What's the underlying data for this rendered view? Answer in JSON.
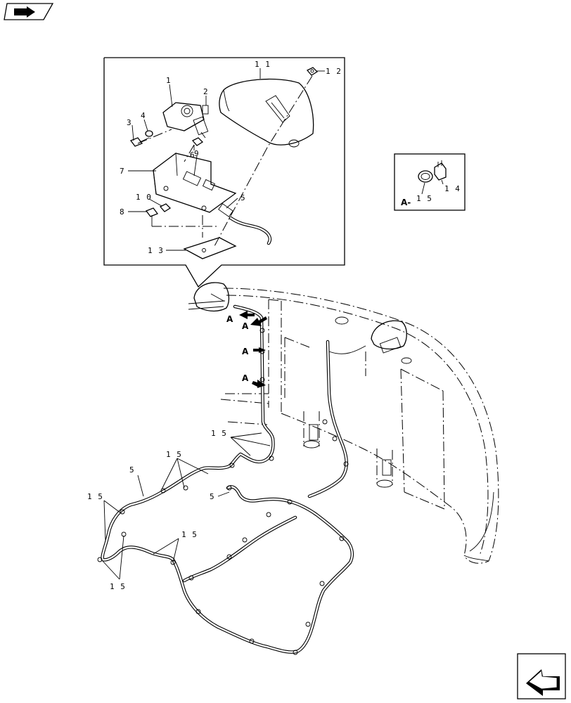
{
  "callouts": {
    "c1": "1",
    "c2": "2",
    "c3": "3",
    "c4": "4",
    "c5": "5",
    "c6": "6",
    "c7": "7",
    "c8": "8",
    "c9": "9",
    "c10": "1 0",
    "c11": "1 1",
    "c12": "1 2",
    "c13": "1 3",
    "c14": "1 4",
    "c15": "1 5",
    "c5b": "5",
    "c5c": "5",
    "c15a": "1 5",
    "c15b": "1 5",
    "c15c": "1 5",
    "c15d": "1 5",
    "c15e": "1 5"
  },
  "view": {
    "label": "A",
    "detail_label": "A-"
  },
  "icons": {
    "top_left": "book-arrow-icon",
    "bottom_right": "next-page-arrow-icon"
  }
}
